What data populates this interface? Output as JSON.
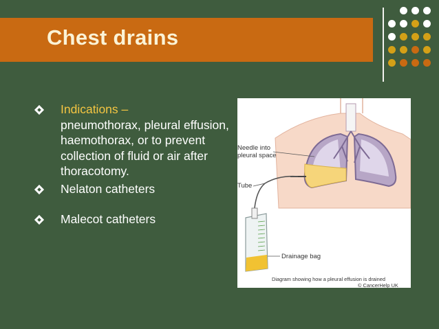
{
  "slide": {
    "title": "Chest drains",
    "bullets": [
      {
        "highlight": "Indications –",
        "text": "pneumothorax, pleural effusion, haemothorax, or to prevent collection of fluid or air after thoracotomy."
      },
      {
        "highlight": "",
        "text": "Nelaton catheters"
      },
      {
        "highlight": "",
        "text": "Malecot catheters"
      }
    ]
  },
  "diagram": {
    "labels": {
      "needle": "Needle into",
      "needle2": "pleural space",
      "tube": "Tube",
      "bag": "Drainage bag"
    },
    "caption": "Diagram showing how a pleural effusion is drained",
    "credit": "© CancerHelp UK"
  },
  "colors": {
    "background": "#3f5c3e",
    "title_bar": "#c96a12",
    "title_text": "#fbf3d6",
    "highlight": "#f4c542",
    "dot_light": "#ffffff",
    "dot_gold": "#d4a017",
    "dot_orange": "#c96a12"
  }
}
